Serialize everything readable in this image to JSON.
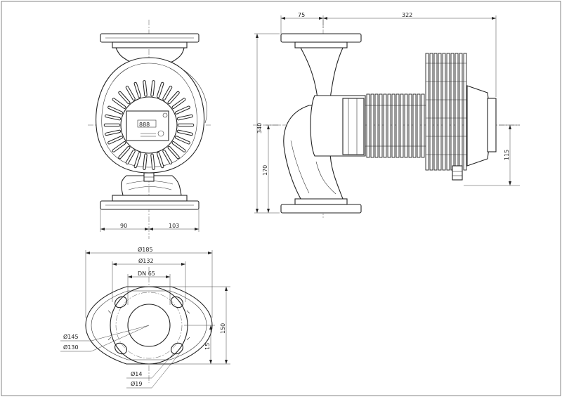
{
  "dimensions": {
    "front_left": "90",
    "front_right": "103",
    "side_top_left": "75",
    "side_top_total": "322",
    "side_height": "340",
    "side_axis": "170",
    "side_motor": "115",
    "flange_od": "Ø185",
    "flange_pcd_outer": "Ø132",
    "flange_dn": "DN 65",
    "flange_height": "150",
    "flange_half": "15",
    "bolt_circle_145": "Ø145",
    "bolt_circle_130": "Ø130",
    "hole_14": "Ø14",
    "hole_19": "Ø19"
  },
  "display": {
    "segments": "888"
  },
  "colors": {
    "line": "#222222",
    "background": "#ffffff"
  }
}
